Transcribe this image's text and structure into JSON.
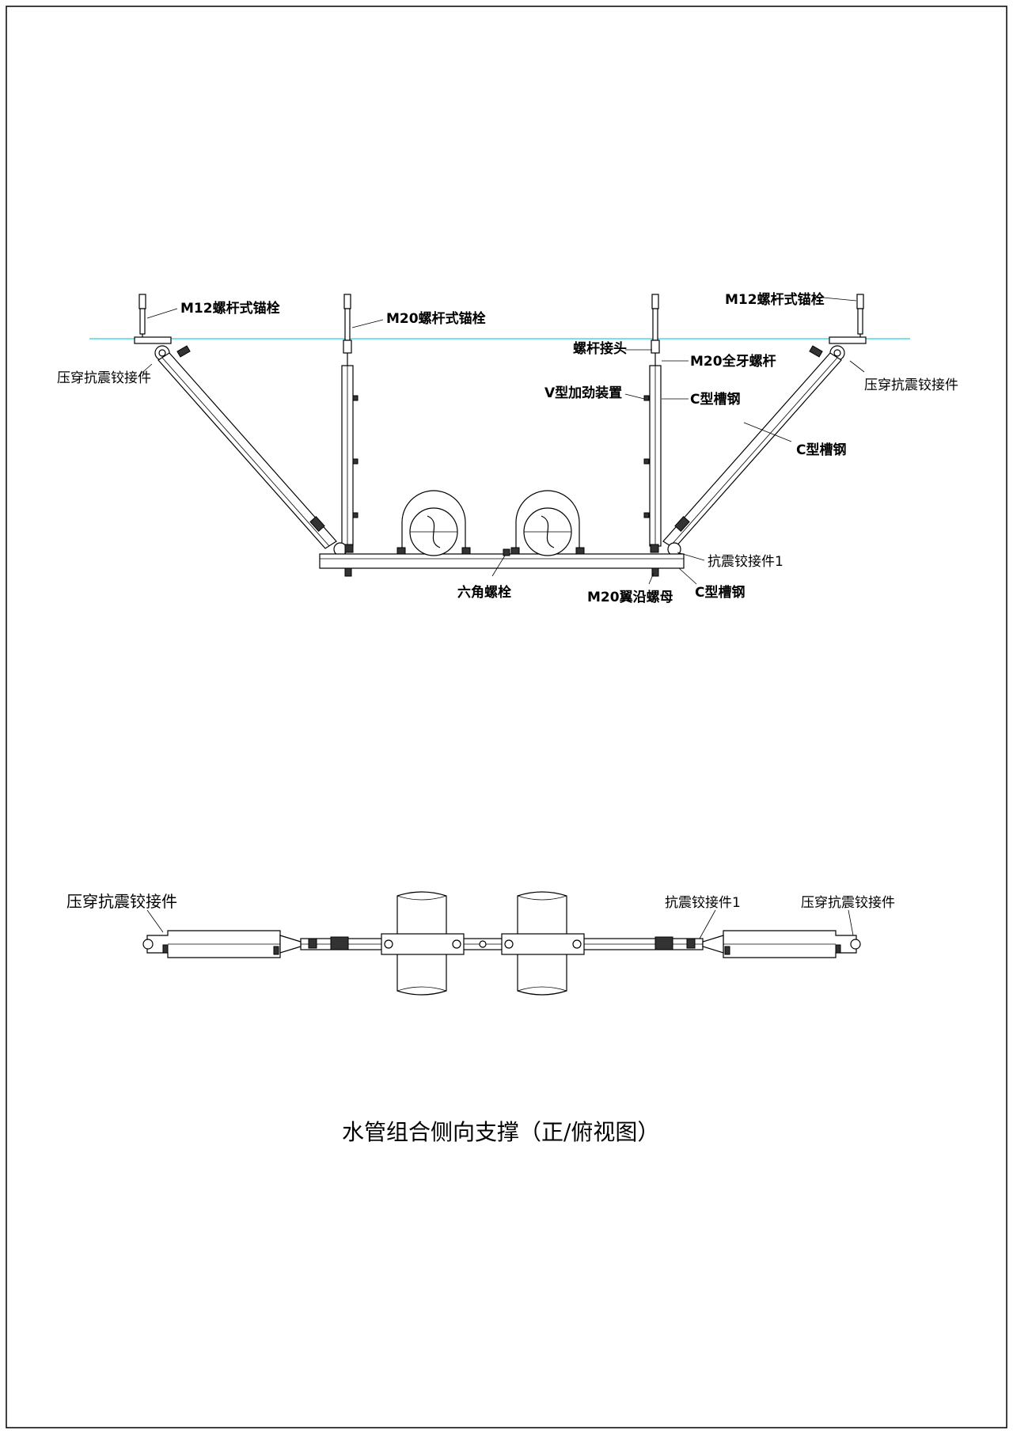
{
  "front_view": {
    "labels": {
      "m12_anchor_left": "M12螺杆式锚栓",
      "m20_anchor": "M20螺杆式锚栓",
      "m12_anchor_right": "M12螺杆式锚栓",
      "press_joint_left": "压穿抗震铰接件",
      "press_joint_right": "压穿抗震铰接件",
      "rod_coupler": "螺杆接头",
      "m20_full_thread_rod": "M20全牙螺杆",
      "v_stiffener": "V型加劲装置",
      "c_channel_vertical": "C型槽钢",
      "c_channel_diagonal": "C型槽钢",
      "seismic_joint_1": "抗震铰接件1",
      "hex_bolt": "六角螺栓",
      "m20_flange_nut": "M20翼沿螺母",
      "c_channel_bottom": "C型槽钢"
    },
    "ceiling_line_color": "#4fd6e8"
  },
  "top_view": {
    "labels": {
      "press_joint_left": "压穿抗震铰接件",
      "seismic_joint_1": "抗震铰接件1",
      "press_joint_right": "压穿抗震铰接件"
    }
  },
  "title": "水管组合侧向支撑（正/俯视图）"
}
